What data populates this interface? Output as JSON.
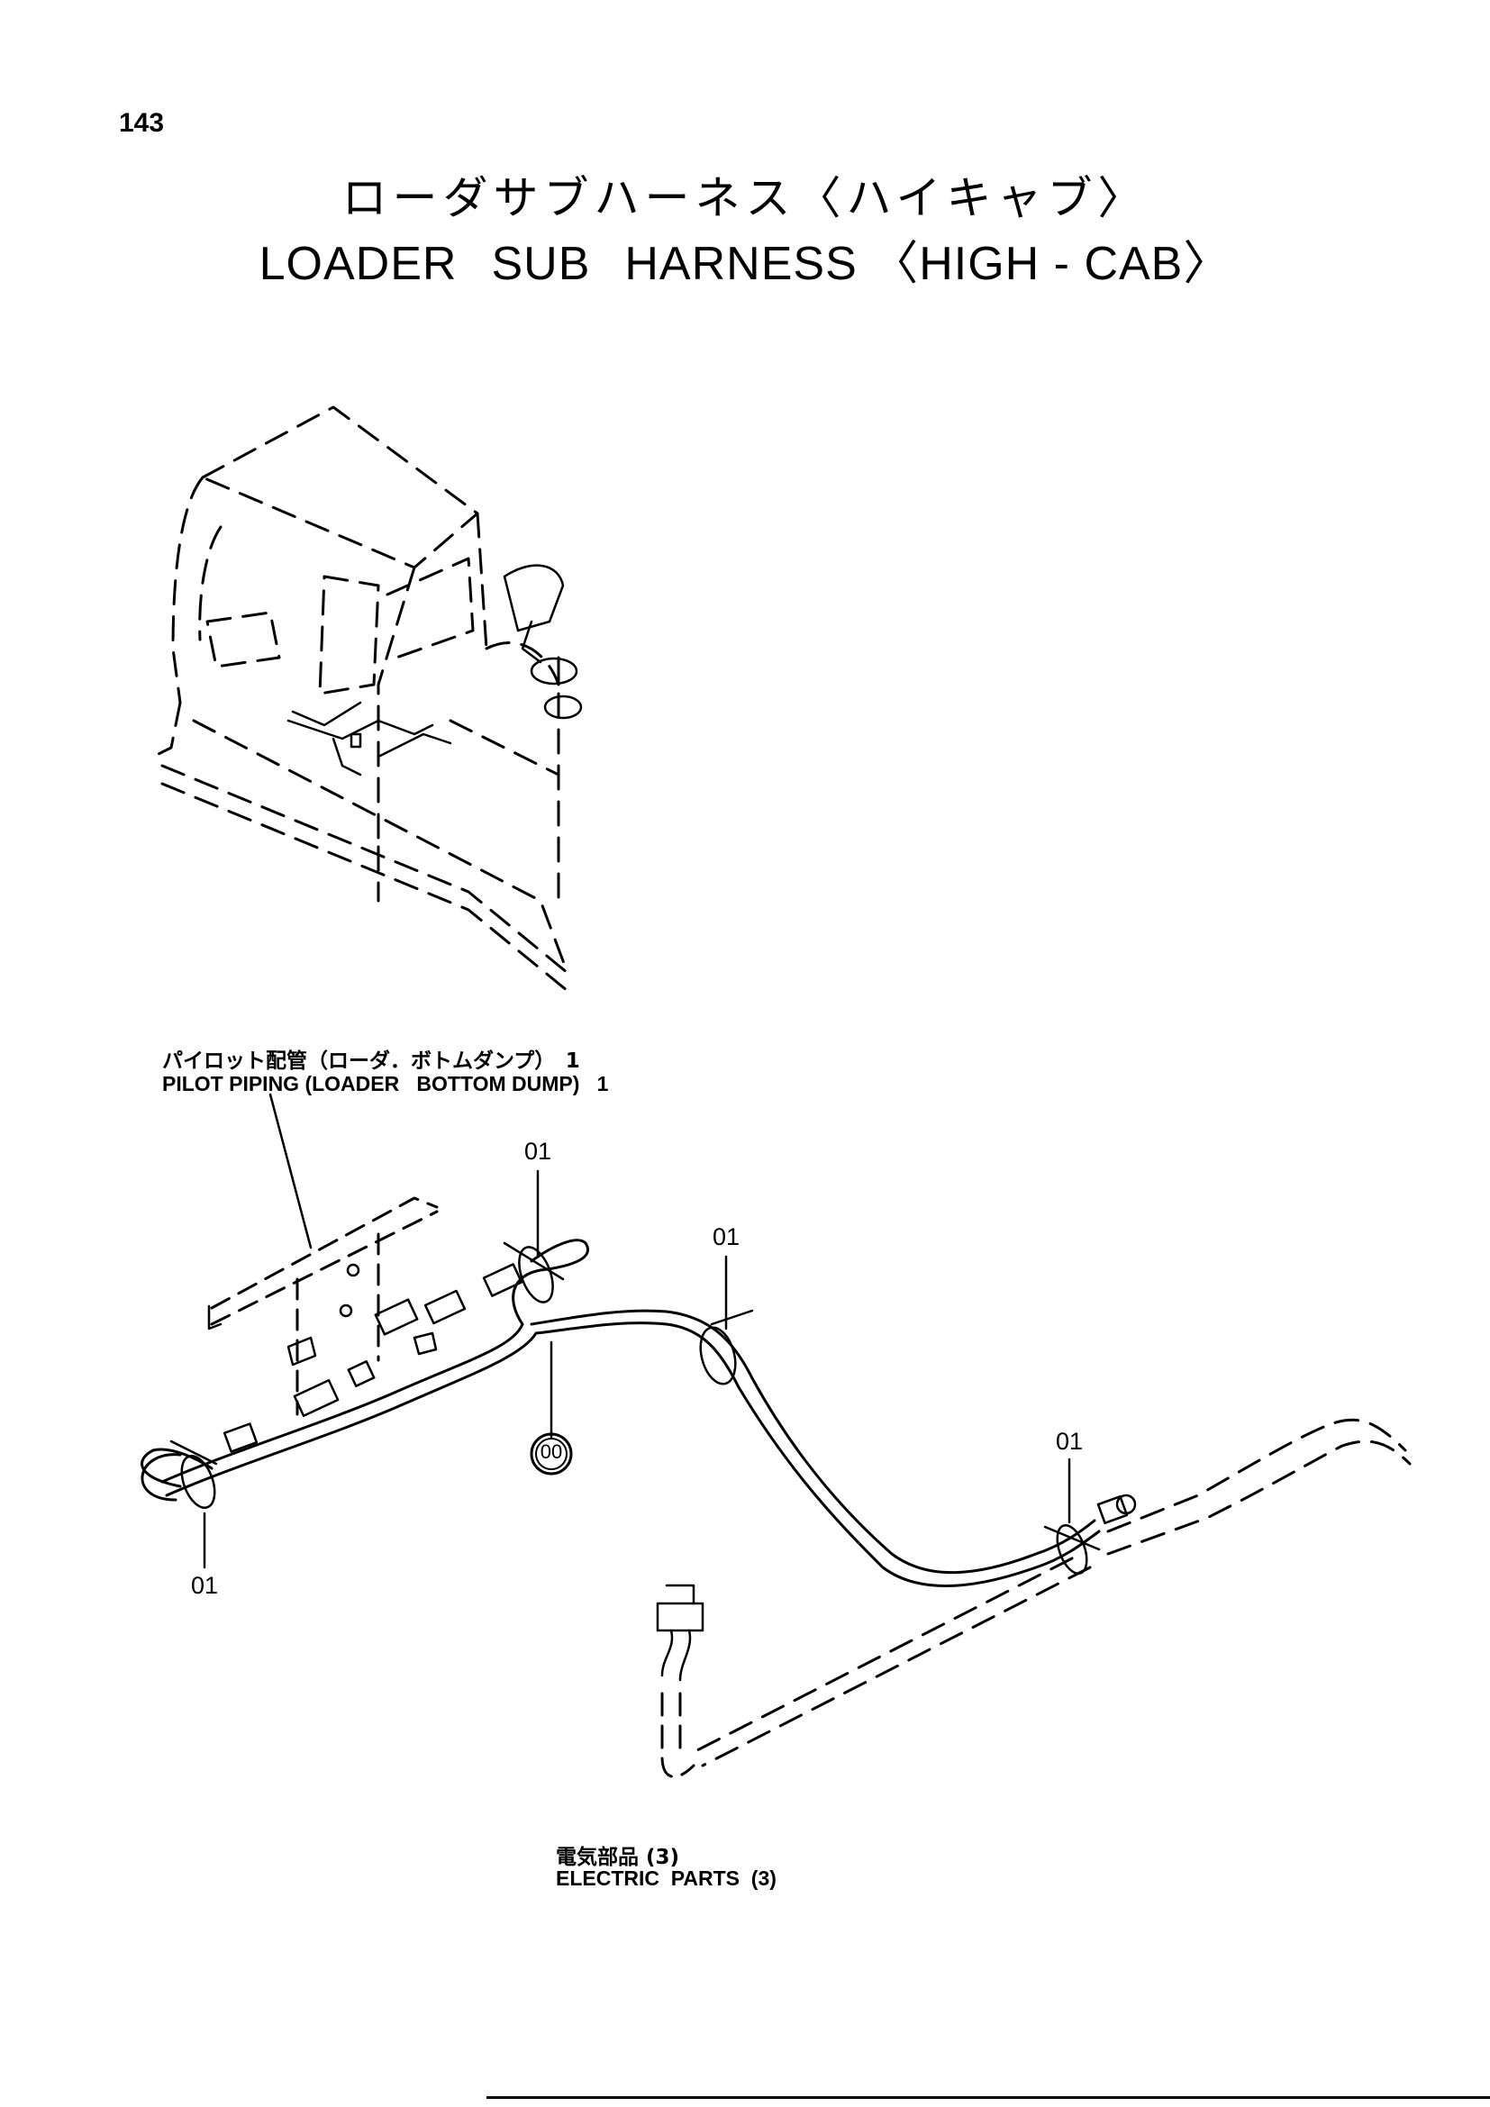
{
  "page": {
    "number": "143"
  },
  "title": {
    "jp": "ローダサブハーネス〈ハイキャブ〉",
    "en_parts": [
      "LOADER",
      "SUB",
      "HARNESS",
      "〈HIGH - CAB〉"
    ]
  },
  "labels": {
    "pilot_piping_jp": "パイロット配管（ローダ．ボトムダンプ）　1",
    "pilot_piping_en": "PILOT PIPING (LOADER   BOTTOM DUMP)   1",
    "electric_parts_jp": "電気部品 (3)",
    "electric_parts_en": "ELECTRIC  PARTS  (3)"
  },
  "callouts": {
    "c1": "01",
    "c2": "01",
    "c3": "01",
    "c4": "01",
    "main": "00"
  },
  "colors": {
    "line": "#000000",
    "background": "#ffffff"
  }
}
